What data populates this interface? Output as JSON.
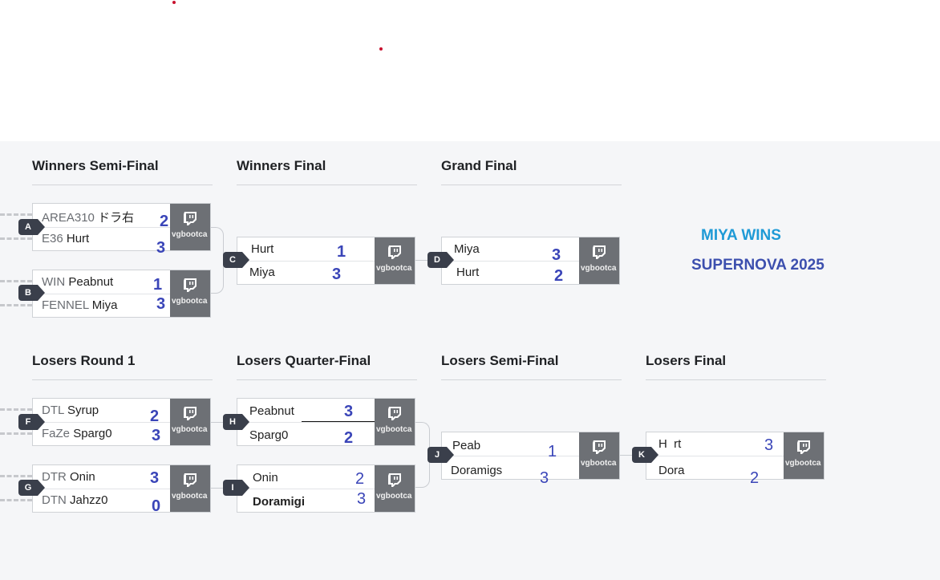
{
  "rounds": {
    "winners_semi": "Winners Semi-Final",
    "winners_final": "Winners Final",
    "grand_final": "Grand Final",
    "losers_r1": "Losers Round 1",
    "losers_qf": "Losers Quarter-Final",
    "losers_sf": "Losers Semi-Final",
    "losers_final": "Losers Final"
  },
  "stream_label": "vgbootca",
  "announcement": {
    "line1": "MIYA WINS",
    "line2": "SUPERNOVA 2025"
  },
  "colors": {
    "score": "#3a45b8",
    "announce1": "#1e9ad6",
    "announce2": "#3c4fae",
    "badge": "#3a3f4b",
    "stream": "#6d7075"
  },
  "matches": {
    "A": {
      "badge": "A",
      "p1": {
        "tag": "AREA310",
        "name": "ドラ右",
        "score": "2"
      },
      "p2": {
        "tag": "E36",
        "name": "Hurt",
        "score": "3"
      }
    },
    "B": {
      "badge": "B",
      "p1": {
        "tag": "WIN",
        "name": "Peabnut",
        "score": "1"
      },
      "p2": {
        "tag": "FENNEL",
        "name": "Miya",
        "score": "3"
      }
    },
    "C": {
      "badge": "C",
      "p1": {
        "name": "Hurt",
        "score": "1"
      },
      "p2": {
        "name": "Miya",
        "score": "3"
      }
    },
    "D": {
      "badge": "D",
      "p1": {
        "name": "Miya",
        "score": "3"
      },
      "p2": {
        "name": "Hurt",
        "score": "2"
      }
    },
    "F": {
      "badge": "F",
      "p1": {
        "tag": "DTL",
        "name": "Syrup",
        "score": "2"
      },
      "p2": {
        "tag": "FaZe",
        "name": "Sparg0",
        "score": "3"
      }
    },
    "G": {
      "badge": "G",
      "p1": {
        "tag": "DTR",
        "name": "Onin",
        "score": "3"
      },
      "p2": {
        "tag": "DTN",
        "name": "Jahzz0",
        "score": "0"
      }
    },
    "H": {
      "badge": "H",
      "p1": {
        "name": "Peabnut",
        "score": "3"
      },
      "p2": {
        "name": "Sparg0",
        "score": "2"
      }
    },
    "I": {
      "badge": "I",
      "p1": {
        "name": "Onin",
        "score": "2"
      },
      "p2": {
        "name": "Doramigi",
        "score": "3"
      }
    },
    "J": {
      "badge": "J",
      "p1": {
        "name": "Peab",
        "score": "1"
      },
      "p2": {
        "name": "Doramigs",
        "score": "3"
      }
    },
    "K": {
      "badge": "K",
      "p1": {
        "name": "H  rt",
        "score": "3"
      },
      "p2": {
        "name": "Dora",
        "score": "2"
      }
    }
  }
}
